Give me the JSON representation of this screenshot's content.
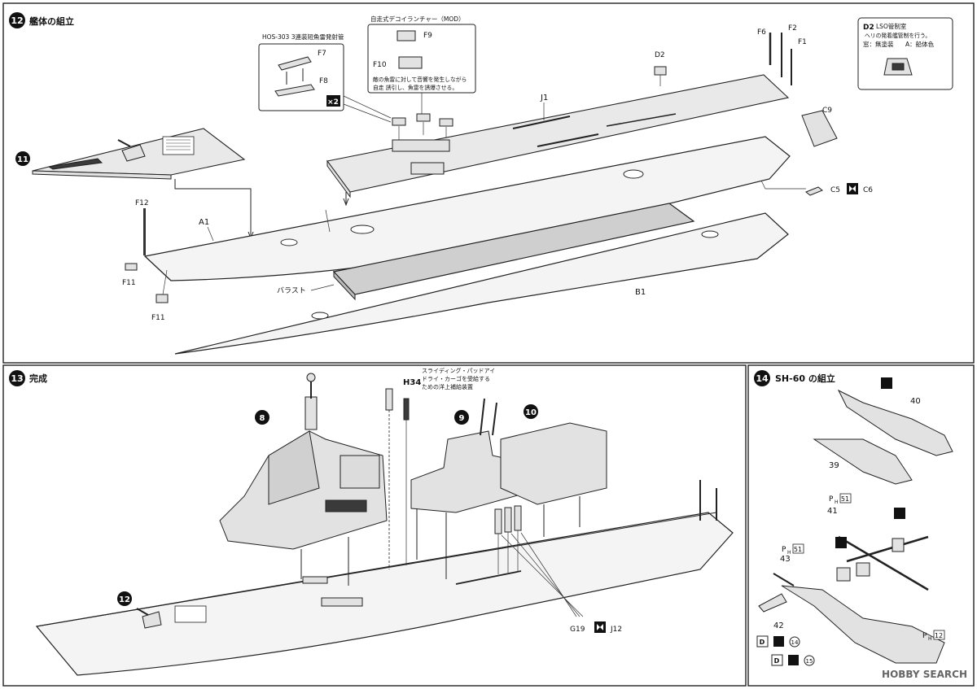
{
  "steps": {
    "step12": {
      "number": "12",
      "title": "艦体の組立"
    },
    "step13": {
      "number": "13",
      "title": "完成"
    },
    "step14": {
      "number": "14",
      "title": "SH-60 の組立"
    }
  },
  "step12_parts": {
    "hos_box_title": "HOS-303 3連装短魚雷発射管",
    "f7": "F7",
    "f8": "F8",
    "x2": "×2",
    "decoy_title": "自走式デコイランチャー（MOD）",
    "f9": "F9",
    "f10": "F10",
    "decoy_note_1": "敵の魚雷に対して音響を発生しながら",
    "decoy_note_2": "自走 誘引し、魚雷を誘爆させる。",
    "d2": "D2",
    "d2_box_title": "LSO管制室",
    "d2_box_note": "ヘリの発着艦管制を行う。",
    "d2_box_window": "窓：無塗装",
    "d2_box_color": "A：船体色",
    "f6": "F6",
    "f2": "F2",
    "f1": "F1",
    "j1": "J1",
    "c9": "C9",
    "c5": "C5",
    "c6": "C6",
    "f12": "F12",
    "a1": "A1",
    "f11_a": "F11",
    "f11_b": "F11",
    "ballast": "バラスト",
    "b1": "B1",
    "sub11": "11"
  },
  "step13_parts": {
    "sub8": "8",
    "sub9": "9",
    "sub10": "10",
    "sub12": "12",
    "h34": "H34",
    "h34_note_1": "スライディング・パッドアイ",
    "h34_note_2": "ドライ・カーゴを受給する",
    "h34_note_3": "ための洋上補給装置",
    "g19": "G19",
    "j12": "J12"
  },
  "step14_parts": {
    "p40": "40",
    "p39": "39",
    "p41": "41",
    "p43": "43",
    "p42": "42",
    "ph51_a": "51",
    "ph51_b": "51",
    "ph12": "12",
    "ph_prefix": "P",
    "ph_sub": "H",
    "d14": "14",
    "d15": "15",
    "d_label": "D"
  },
  "watermark": "HOBBY SEARCH"
}
